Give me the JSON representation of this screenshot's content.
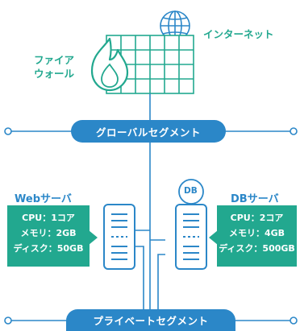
{
  "internet_label": "インターネット",
  "firewall_label": [
    "ファイア",
    "ウォール"
  ],
  "global_segment_label": "グローバルセグメント",
  "private_segment_label": "プライベートセグメント",
  "web_server": {
    "title": "Webサーバ",
    "specs": [
      "CPU：1コア",
      "メモリ：2GB",
      "ディスク：50GB"
    ]
  },
  "db_server": {
    "badge": "DB",
    "title": "DBサーバ",
    "specs": [
      "CPU：2コア",
      "メモリ：4GB",
      "ディスク：500GB"
    ]
  },
  "colors": {
    "blue": "#2b87c8",
    "teal": "#22a88f"
  },
  "icons": [
    "globe-icon",
    "firewall-flame-icon",
    "web-server-icon",
    "db-server-icon"
  ]
}
